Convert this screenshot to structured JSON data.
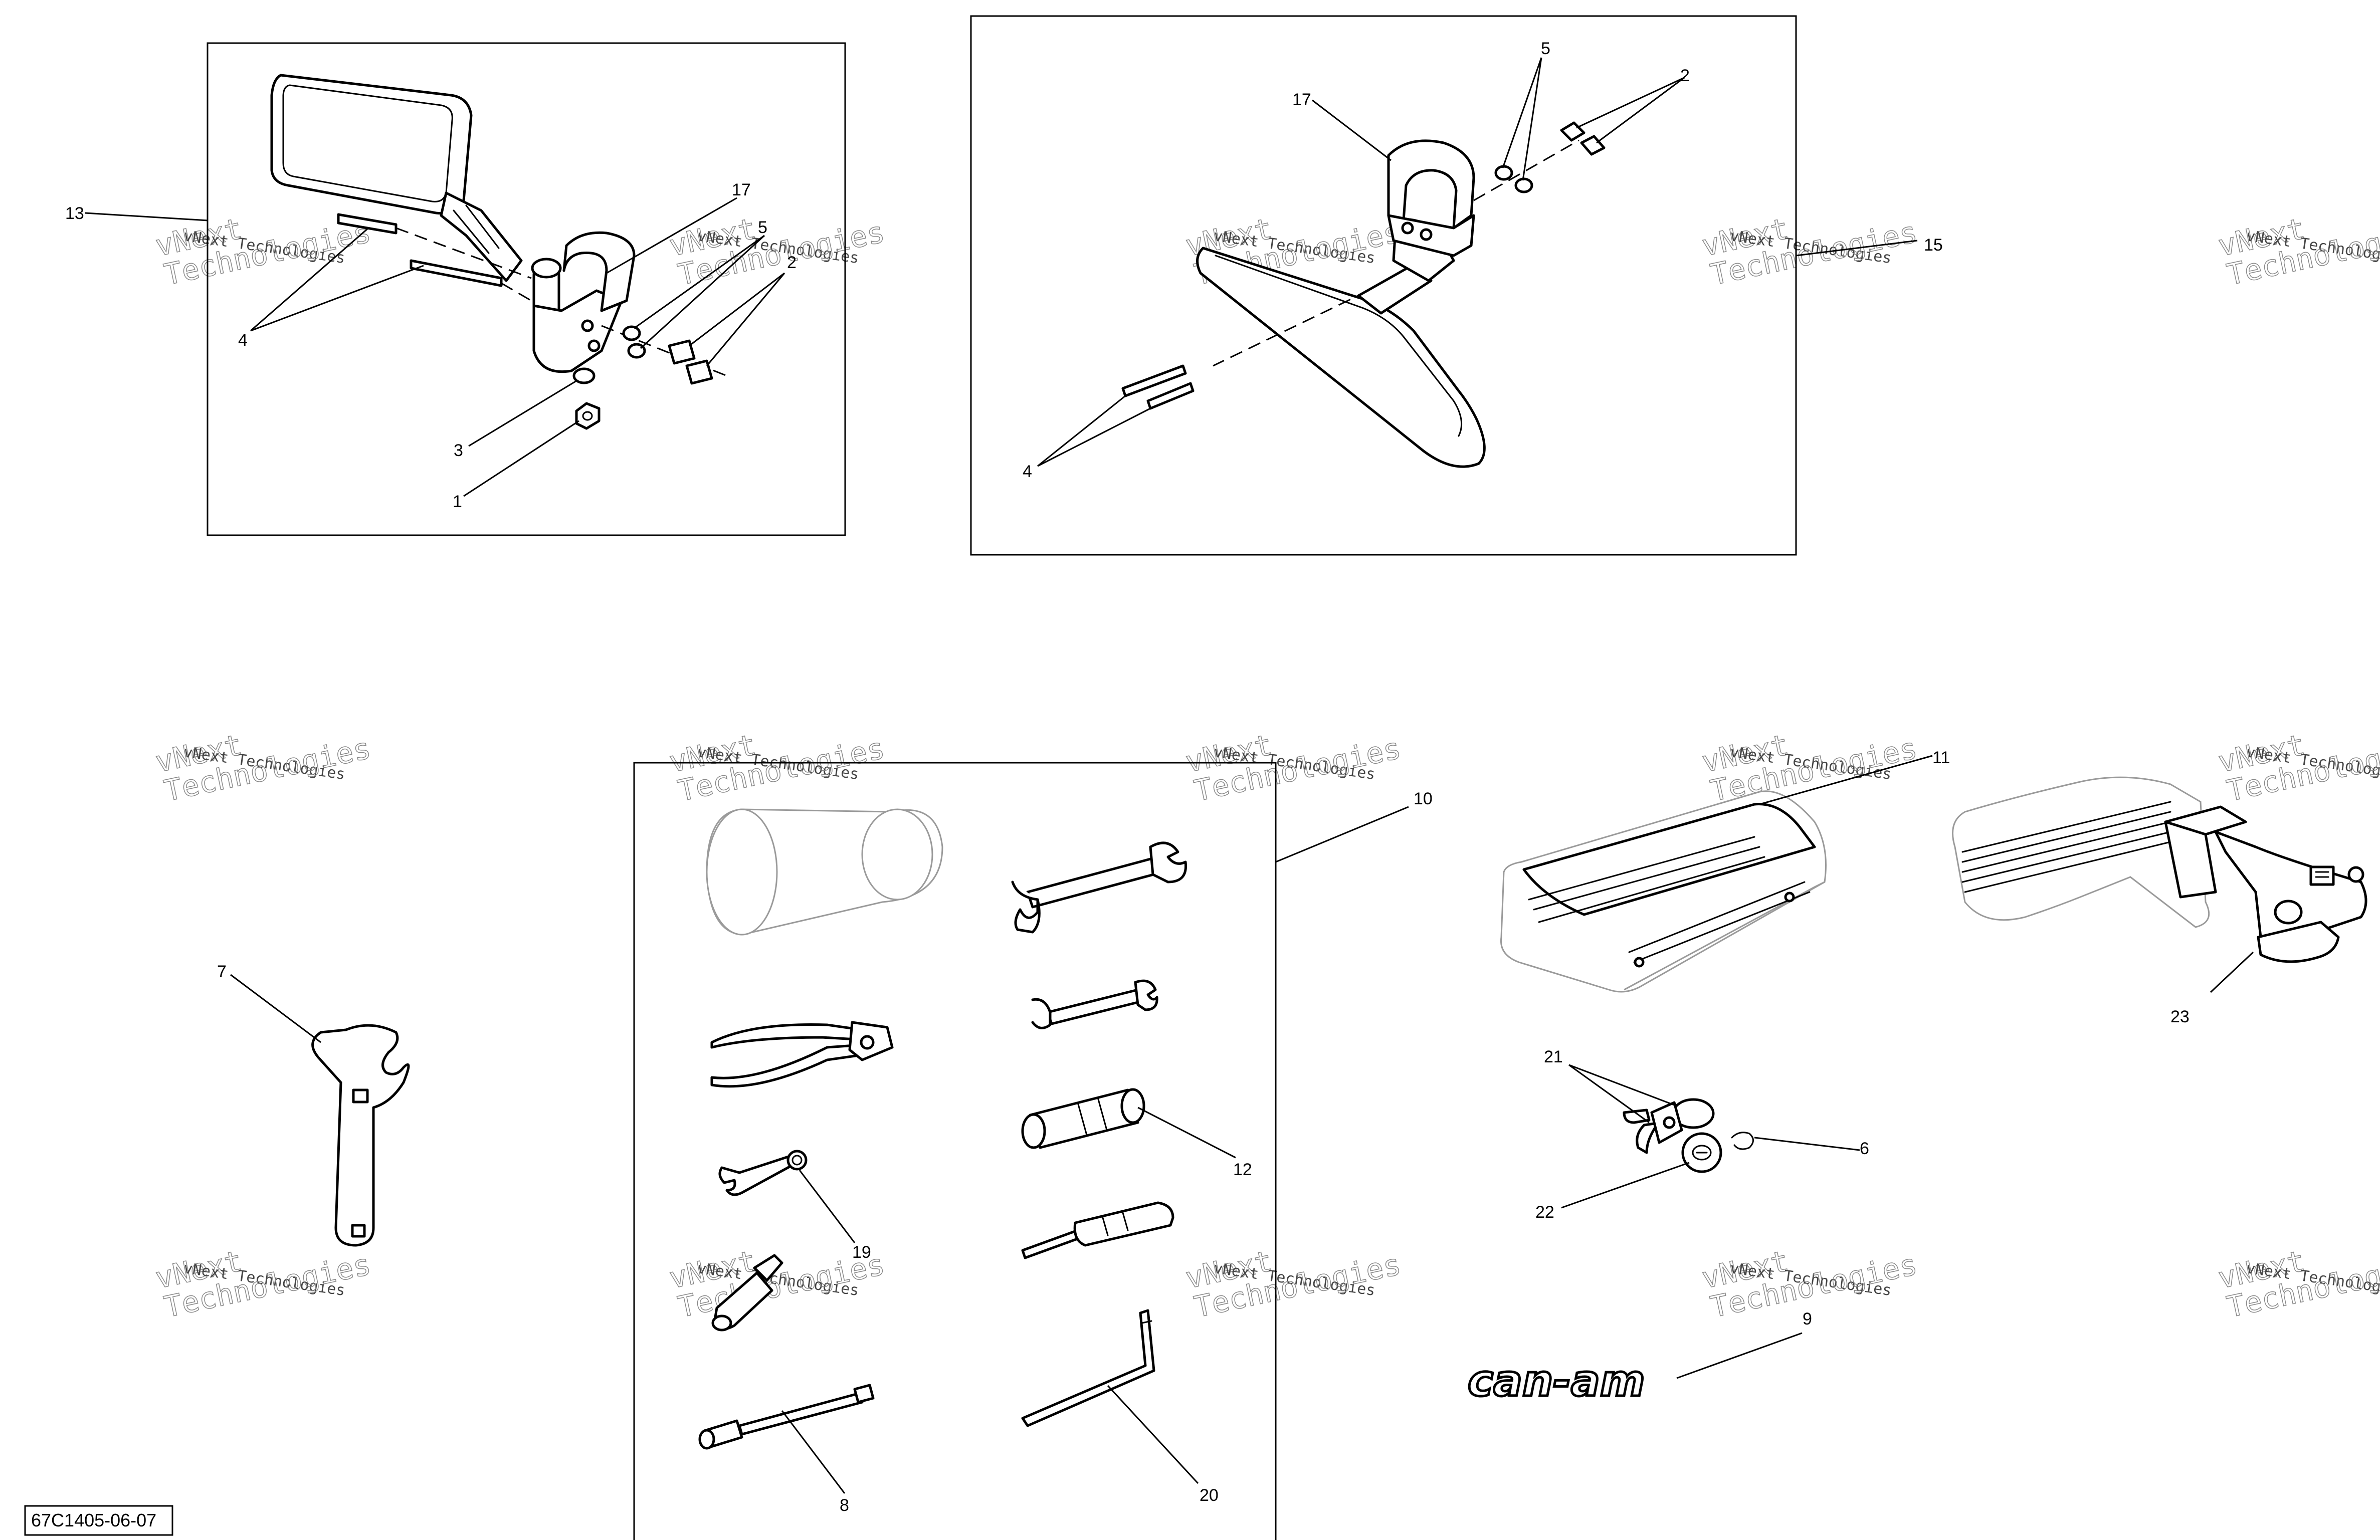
{
  "diagram": {
    "code": "67C1405-06-07",
    "logo": "can-am",
    "watermark": {
      "line1": "vNext Technologies",
      "line2": "Technologies",
      "line3": "vNext"
    },
    "callouts": {
      "c13": "13",
      "c4a": "4",
      "c17a": "17",
      "c5a": "5",
      "c2a": "2",
      "c3": "3",
      "c1": "1",
      "c17b": "17",
      "c5b": "5",
      "c2b": "2",
      "c15": "15",
      "c4b": "4",
      "c7": "7",
      "c10": "10",
      "c19": "19",
      "c12": "12",
      "c8": "8",
      "c20": "20",
      "c11": "11",
      "c23": "23",
      "c21": "21",
      "c22": "22",
      "c6": "6",
      "c9": "9"
    }
  }
}
